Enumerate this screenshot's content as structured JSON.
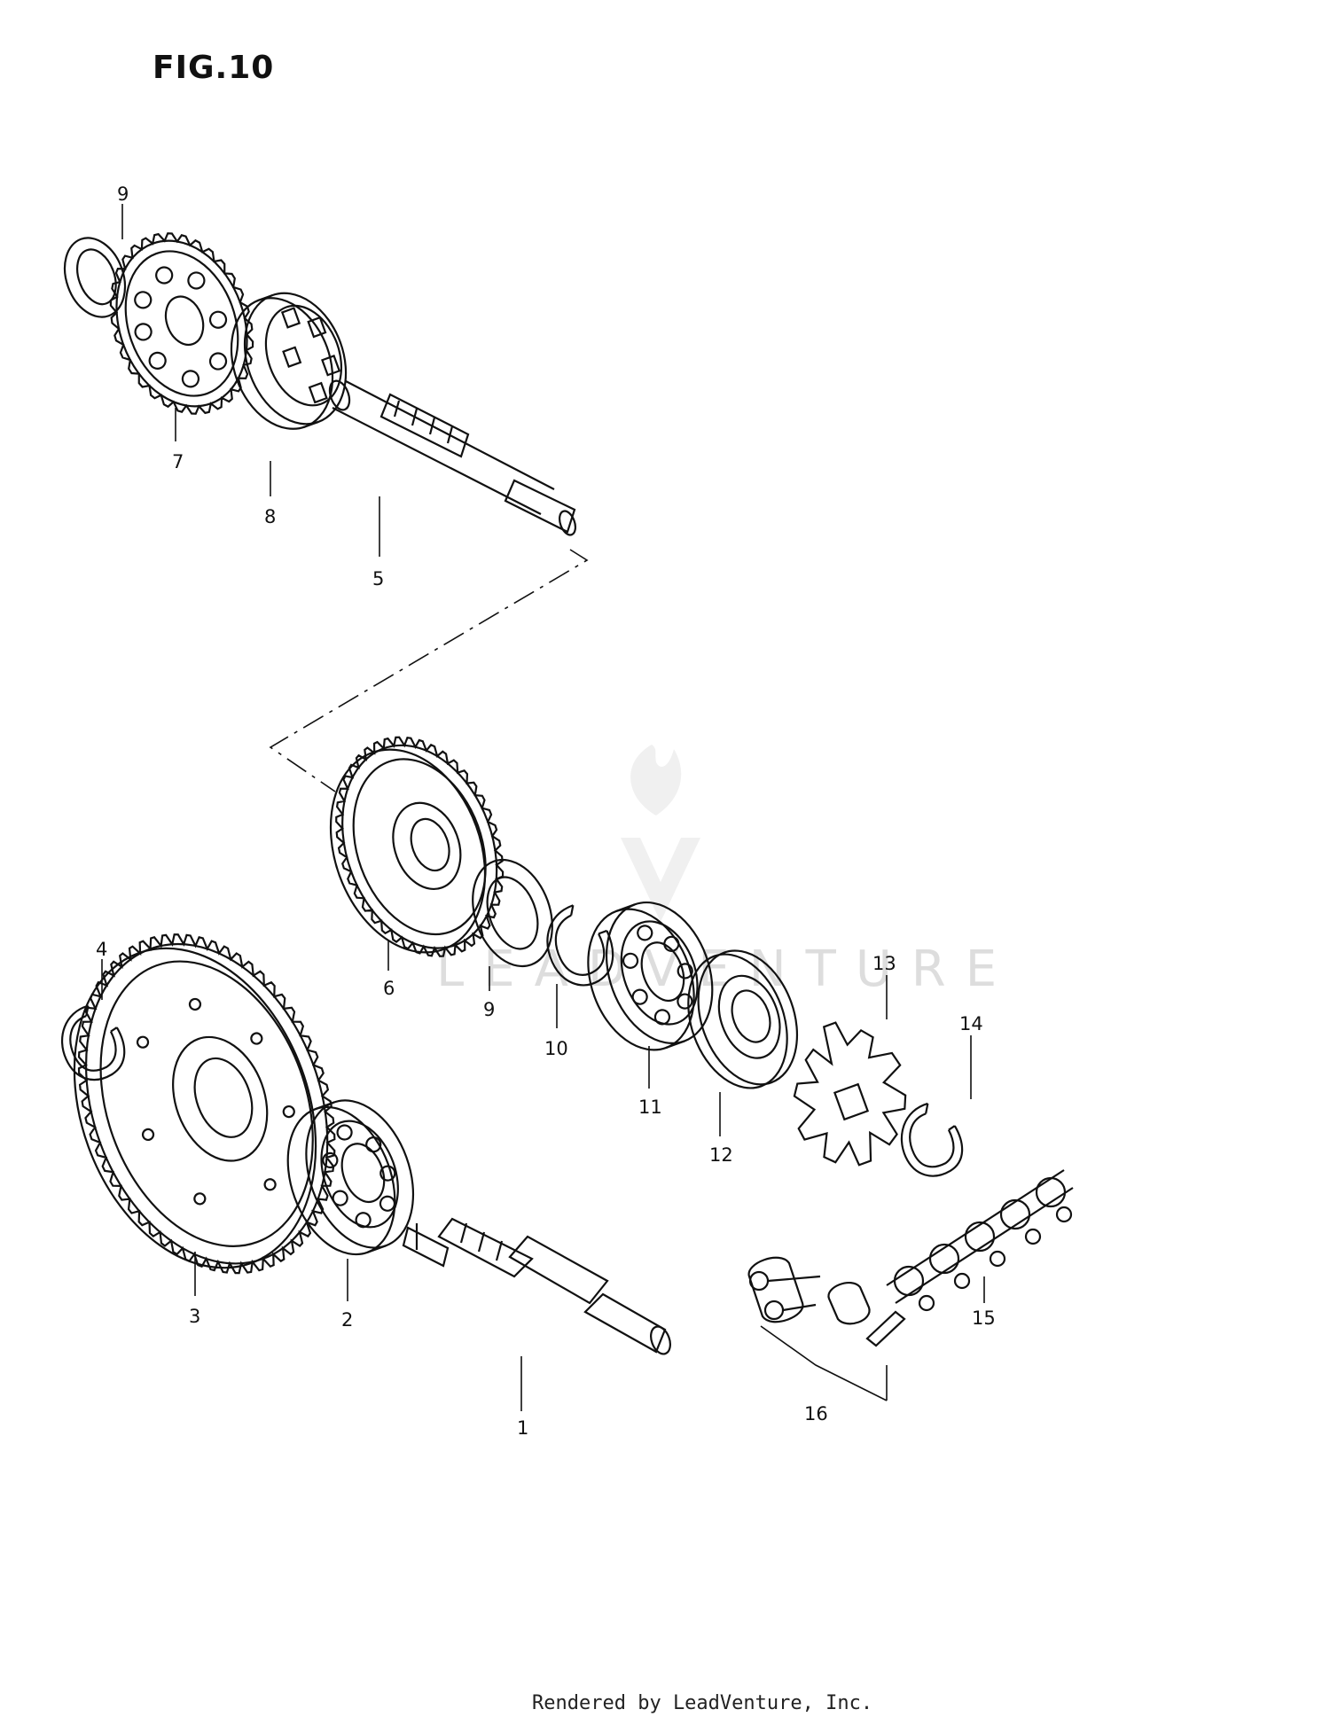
{
  "figure_title": "FIG.10",
  "watermark_text": "LEADVENTURE",
  "footer_text": "Rendered by LeadVenture, Inc.",
  "callouts": [
    "9",
    "7",
    "8",
    "5",
    "6",
    "9",
    "10",
    "11",
    "12",
    "13",
    "14",
    "4",
    "3",
    "2",
    "1",
    "15",
    "16"
  ],
  "colors": {
    "line": "#111111",
    "watermark": "#dddddd",
    "background": "#ffffff"
  }
}
